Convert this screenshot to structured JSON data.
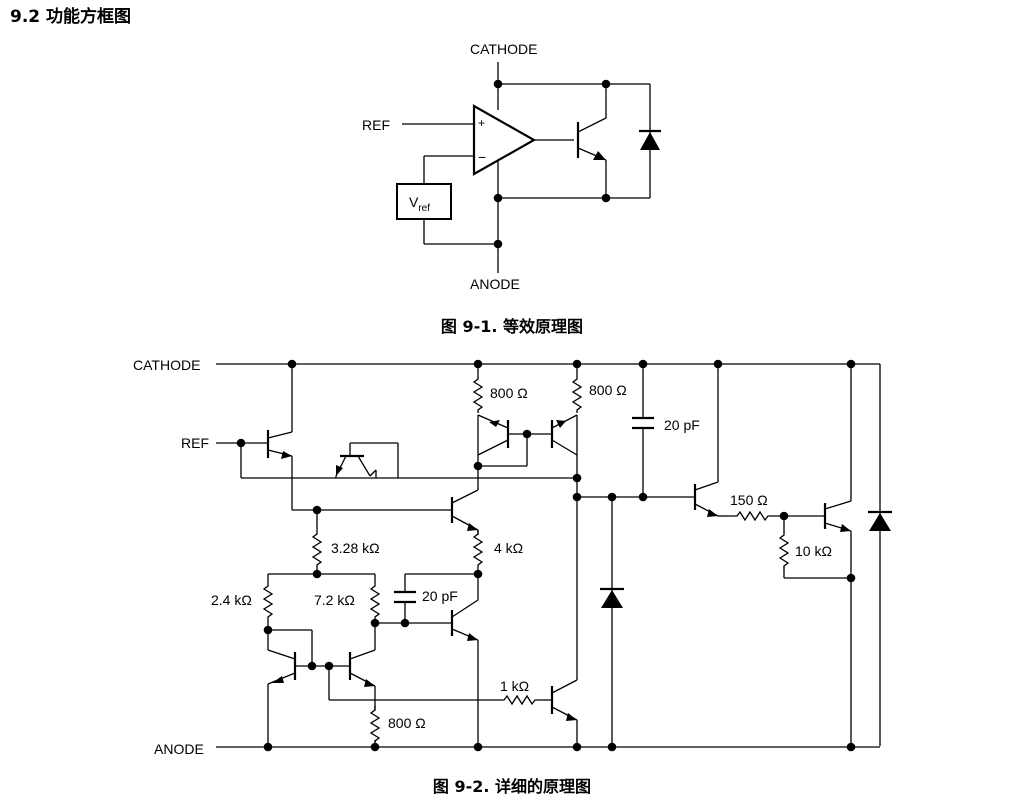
{
  "section_heading": "9.2 功能方框图",
  "figure1": {
    "caption": "图 9-1. 等效原理图",
    "cathode_label": "CATHODE",
    "ref_label": "REF",
    "anode_label": "ANODE",
    "vref_main": "V",
    "vref_sub": "ref",
    "plus_sign": "+",
    "minus_sign": "−"
  },
  "figure2": {
    "caption": "图 9-2. 详细的原理图",
    "cathode_label": "CATHODE",
    "ref_label": "REF",
    "anode_label": "ANODE",
    "r_800_left": "800 Ω",
    "r_800_right": "800 Ω",
    "c_20pf_top": "20 pF",
    "r_150": "150 Ω",
    "r_10k": "10 kΩ",
    "r_3_28k": "3.28 kΩ",
    "r_4k": "4 kΩ",
    "r_2_4k": "2.4 kΩ",
    "r_7_2k": "7.2 kΩ",
    "c_20pf_mid": "20 pF",
    "r_1k": "1 kΩ",
    "r_800_bottom": "800 Ω"
  }
}
